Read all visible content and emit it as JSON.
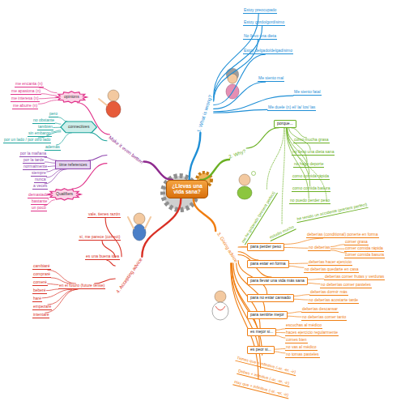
{
  "diagram": {
    "nodes": [
      {
        "text": [
          "¿Llevas una vida sana?"
        ]
      },
      {
        "text": [
          "1. What is wrong?"
        ]
      },
      {
        "text": [
          "Estoy preocupado"
        ]
      },
      {
        "text": [
          "Estoy gordo/gordísimo"
        ]
      },
      {
        "text": [
          "No llevo una dieta"
        ]
      },
      {
        "text": [
          "Estoy delgado/delgadísimo"
        ]
      },
      {
        "text": [
          "Me siento mal"
        ]
      },
      {
        "text": [
          "Me siento fatal"
        ]
      },
      {
        "text": [
          "Me duele (n) el/ la/ los/ las"
        ]
      },
      {
        "text": [
          "2. Why?"
        ]
      },
      {
        "text": [
          "porque..."
        ]
      },
      {
        "text": [
          "como mucha grasa"
        ]
      },
      {
        "text": [
          "no llevo una dieta sana"
        ]
      },
      {
        "text": [
          "no hago deporte"
        ]
      },
      {
        "text": [
          "como comida rápida"
        ]
      },
      {
        "text": [
          "como comida basura"
        ]
      },
      {
        "text": [
          "no puedo perder peso"
        ]
      },
      {
        "text": [
          "he tenido un accidente (present perfect)"
        ]
      },
      {
        "text": [
          "estudio mucho"
        ]
      },
      {
        "text": [
          "me he golpeado (present perfect)"
        ]
      },
      {
        "text": [
          "3. Giving advice"
        ]
      },
      {
        "text": [
          "para perder peso"
        ]
      },
      {
        "text": [
          "deberías (conditional) ponerte en forma"
        ]
      },
      {
        "text": [
          "no deberías"
        ]
      },
      {
        "text": [
          "comer grasa"
        ]
      },
      {
        "text": [
          "comer comida rápida"
        ]
      },
      {
        "text": [
          "comer comida basura"
        ]
      },
      {
        "text": [
          "para estar en forma"
        ]
      },
      {
        "text": [
          "deberías hacer ejercicio"
        ]
      },
      {
        "text": [
          "no deberías quedarte en casa"
        ]
      },
      {
        "text": [
          "para llevar una vida más sana"
        ]
      },
      {
        "text": [
          "deberías comer frutas y verduras"
        ]
      },
      {
        "text": [
          "no deberías comer pasteles"
        ]
      },
      {
        "text": [
          "para no estar cansado"
        ]
      },
      {
        "text": [
          "deberías dormir más"
        ]
      },
      {
        "text": [
          "no deberías acostarte tarde"
        ]
      },
      {
        "text": [
          "para sentirte mejor"
        ]
      },
      {
        "text": [
          "deberías descansar"
        ]
      },
      {
        "text": [
          "no deberías comer tanto"
        ]
      },
      {
        "text": [
          "es mejor si..."
        ]
      },
      {
        "text": [
          "escuchas al médico"
        ]
      },
      {
        "text": [
          "haces ejercicio regularmente"
        ]
      },
      {
        "text": [
          "comes bien"
        ]
      },
      {
        "text": [
          "es peor si..."
        ]
      },
      {
        "text": [
          "no vas al médico"
        ]
      },
      {
        "text": [
          "no tomas pasteles"
        ]
      },
      {
        "text": [
          "Tienes que + infinitive (-ar, -er, -ir)"
        ]
      },
      {
        "text": [
          "Debes + infinitive (-ar, -er, -ir)"
        ]
      },
      {
        "text": [
          "Hay que + infinitive (-ar, -er, -ir)"
        ]
      },
      {
        "text": [
          "4. Accepting advice"
        ]
      },
      {
        "text": [
          "vale, tienes razón"
        ]
      },
      {
        "text": [
          "sí, me parece (correct)"
        ]
      },
      {
        "text": [
          "es una buena idea"
        ]
      },
      {
        "text": [
          "en el futuro (future tense)"
        ]
      },
      {
        "text": [
          "cambiaré"
        ]
      },
      {
        "text": [
          "compraré"
        ]
      },
      {
        "text": [
          "comeré"
        ]
      },
      {
        "text": [
          "beberé"
        ]
      },
      {
        "text": [
          "haré"
        ]
      },
      {
        "text": [
          "empezaré"
        ]
      },
      {
        "text": [
          "intentaré"
        ]
      },
      {
        "text": [
          "Make it even better!"
        ]
      },
      {
        "text": [
          "opinions"
        ]
      },
      {
        "text": [
          "me encanta (n)"
        ]
      },
      {
        "text": [
          "me apasiona (n)"
        ]
      },
      {
        "text": [
          "me interesa (n)"
        ]
      },
      {
        "text": [
          "me aburre (n)"
        ]
      },
      {
        "text": [
          "connectives"
        ]
      },
      {
        "text": [
          "pero"
        ]
      },
      {
        "text": [
          "no obstante"
        ]
      },
      {
        "text": [
          "también"
        ]
      },
      {
        "text": [
          "sin embargo"
        ]
      },
      {
        "text": [
          "por un lado / por otro lado"
        ]
      },
      {
        "text": [
          "además"
        ]
      },
      {
        "text": [
          "time references"
        ]
      },
      {
        "text": [
          "por la mañana"
        ]
      },
      {
        "text": [
          "por la tarde"
        ]
      },
      {
        "text": [
          "normalmente"
        ]
      },
      {
        "text": [
          "siempre"
        ]
      },
      {
        "text": [
          "nunca"
        ]
      },
      {
        "text": [
          "a veces"
        ]
      },
      {
        "text": [
          "Qualifiers"
        ]
      },
      {
        "text": [
          "demasiado"
        ]
      },
      {
        "text": [
          "bastante"
        ]
      },
      {
        "text": [
          "un poco"
        ]
      }
    ],
    "edges": [
      {
        "from": 0,
        "to": 1,
        "arrow": "none"
      },
      {
        "from": 1,
        "to": 2,
        "arrow": "none"
      },
      {
        "from": 1,
        "to": 3,
        "arrow": "none"
      },
      {
        "from": 1,
        "to": 4,
        "arrow": "none"
      },
      {
        "from": 1,
        "to": 5,
        "arrow": "none"
      },
      {
        "from": 1,
        "to": 6,
        "arrow": "none"
      },
      {
        "from": 1,
        "to": 7,
        "arrow": "none"
      },
      {
        "from": 1,
        "to": 8,
        "arrow": "none"
      },
      {
        "from": 0,
        "to": 9,
        "arrow": "none"
      },
      {
        "from": 9,
        "to": 10,
        "arrow": "none"
      },
      {
        "from": 10,
        "to": 11,
        "arrow": "none"
      },
      {
        "from": 10,
        "to": 12,
        "arrow": "none"
      },
      {
        "from": 10,
        "to": 13,
        "arrow": "none"
      },
      {
        "from": 10,
        "to": 14,
        "arrow": "none"
      },
      {
        "from": 10,
        "to": 15,
        "arrow": "none"
      },
      {
        "from": 10,
        "to": 16,
        "arrow": "none"
      },
      {
        "from": 10,
        "to": 17,
        "arrow": "none"
      },
      {
        "from": 10,
        "to": 18,
        "arrow": "none"
      },
      {
        "from": 10,
        "to": 19,
        "arrow": "none"
      },
      {
        "from": 0,
        "to": 20,
        "arrow": "none"
      },
      {
        "from": 20,
        "to": 21,
        "arrow": "none"
      },
      {
        "from": 21,
        "to": 22,
        "arrow": "none"
      },
      {
        "from": 21,
        "to": 23,
        "arrow": "none"
      },
      {
        "from": 23,
        "to": 24,
        "arrow": "none"
      },
      {
        "from": 23,
        "to": 25,
        "arrow": "none"
      },
      {
        "from": 23,
        "to": 26,
        "arrow": "none"
      },
      {
        "from": 20,
        "to": 27,
        "arrow": "none"
      },
      {
        "from": 27,
        "to": 28,
        "arrow": "none"
      },
      {
        "from": 27,
        "to": 29,
        "arrow": "none"
      },
      {
        "from": 20,
        "to": 30,
        "arrow": "none"
      },
      {
        "from": 30,
        "to": 31,
        "arrow": "none"
      },
      {
        "from": 30,
        "to": 32,
        "arrow": "none"
      },
      {
        "from": 20,
        "to": 33,
        "arrow": "none"
      },
      {
        "from": 33,
        "to": 34,
        "arrow": "none"
      },
      {
        "from": 33,
        "to": 35,
        "arrow": "none"
      },
      {
        "from": 20,
        "to": 36,
        "arrow": "none"
      },
      {
        "from": 36,
        "to": 37,
        "arrow": "none"
      },
      {
        "from": 36,
        "to": 38,
        "arrow": "none"
      },
      {
        "from": 20,
        "to": 39,
        "arrow": "none"
      },
      {
        "from": 39,
        "to": 40,
        "arrow": "none"
      },
      {
        "from": 39,
        "to": 41,
        "arrow": "none"
      },
      {
        "from": 39,
        "to": 42,
        "arrow": "none"
      },
      {
        "from": 20,
        "to": 43,
        "arrow": "none"
      },
      {
        "from": 43,
        "to": 44,
        "arrow": "none"
      },
      {
        "from": 43,
        "to": 45,
        "arrow": "none"
      },
      {
        "from": 20,
        "to": 46,
        "arrow": "none"
      },
      {
        "from": 20,
        "to": 47,
        "arrow": "none"
      },
      {
        "from": 20,
        "to": 48,
        "arrow": "none"
      },
      {
        "from": 0,
        "to": 49,
        "arrow": "none"
      },
      {
        "from": 49,
        "to": 50,
        "arrow": "none"
      },
      {
        "from": 49,
        "to": 51,
        "arrow": "none"
      },
      {
        "from": 49,
        "to": 52,
        "arrow": "none"
      },
      {
        "from": 49,
        "to": 53,
        "arrow": "none"
      },
      {
        "from": 53,
        "to": 54,
        "arrow": "none"
      },
      {
        "from": 53,
        "to": 55,
        "arrow": "none"
      },
      {
        "from": 53,
        "to": 56,
        "arrow": "none"
      },
      {
        "from": 53,
        "to": 57,
        "arrow": "none"
      },
      {
        "from": 53,
        "to": 58,
        "arrow": "none"
      },
      {
        "from": 53,
        "to": 59,
        "arrow": "none"
      },
      {
        "from": 53,
        "to": 60,
        "arrow": "none"
      },
      {
        "from": 0,
        "to": 61,
        "arrow": "none"
      },
      {
        "from": 61,
        "to": 62,
        "arrow": "none"
      },
      {
        "from": 62,
        "to": 63,
        "arrow": "none"
      },
      {
        "from": 62,
        "to": 64,
        "arrow": "none"
      },
      {
        "from": 62,
        "to": 65,
        "arrow": "none"
      },
      {
        "from": 62,
        "to": 66,
        "arrow": "none"
      },
      {
        "from": 61,
        "to": 67,
        "arrow": "none"
      },
      {
        "from": 67,
        "to": 68,
        "arrow": "none"
      },
      {
        "from": 67,
        "to": 69,
        "arrow": "none"
      },
      {
        "from": 67,
        "to": 70,
        "arrow": "none"
      },
      {
        "from": 67,
        "to": 71,
        "arrow": "none"
      },
      {
        "from": 67,
        "to": 72,
        "arrow": "none"
      },
      {
        "from": 67,
        "to": 73,
        "arrow": "none"
      },
      {
        "from": 61,
        "to": 74,
        "arrow": "none"
      },
      {
        "from": 74,
        "to": 75,
        "arrow": "none"
      },
      {
        "from": 74,
        "to": 76,
        "arrow": "none"
      },
      {
        "from": 74,
        "to": 77,
        "arrow": "none"
      },
      {
        "from": 74,
        "to": 78,
        "arrow": "none"
      },
      {
        "from": 74,
        "to": 79,
        "arrow": "none"
      },
      {
        "from": 74,
        "to": 80,
        "arrow": "none"
      },
      {
        "from": 61,
        "to": 81,
        "arrow": "none"
      },
      {
        "from": 81,
        "to": 82,
        "arrow": "none"
      },
      {
        "from": 81,
        "to": 83,
        "arrow": "none"
      },
      {
        "from": 81,
        "to": 84,
        "arrow": "none"
      }
    ]
  }
}
